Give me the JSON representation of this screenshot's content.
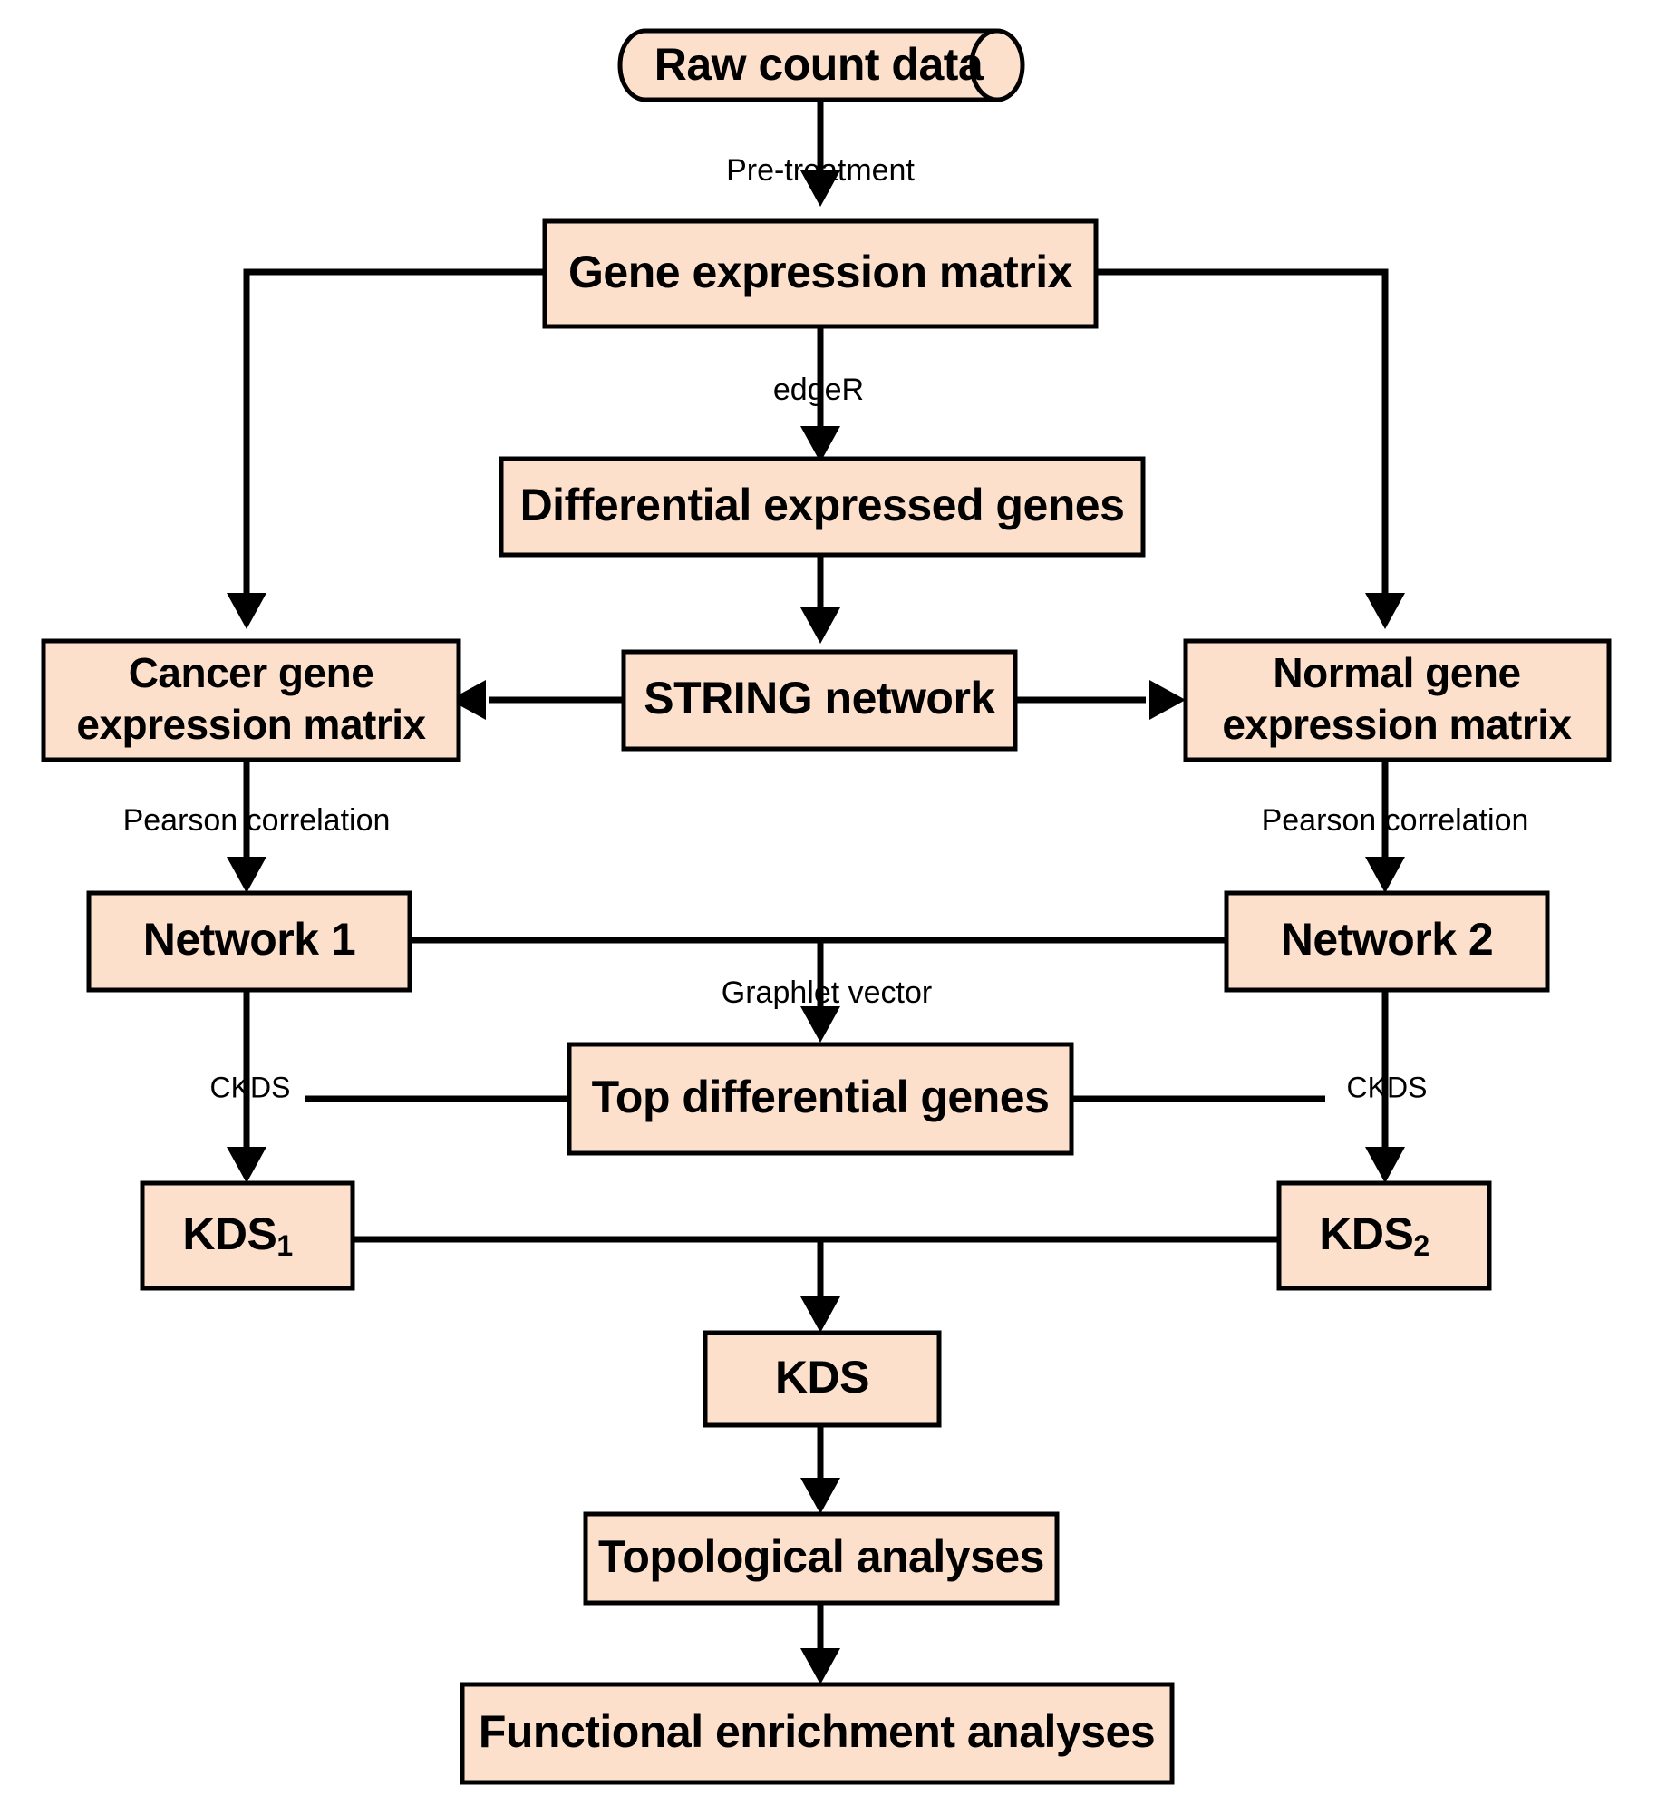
{
  "diagram": {
    "title": "Gene co-expression network analysis workflow",
    "type": "flowchart",
    "colors": {
      "node_fill": "#fce0cc",
      "node_stroke": "#000000",
      "background": "#ffffff",
      "text": "#000000"
    },
    "nodes": {
      "raw_count_data": {
        "label": "Raw count data",
        "shape": "cylinder"
      },
      "gene_expression_matrix": {
        "label": "Gene expression matrix",
        "shape": "rect"
      },
      "differential_expressed_genes": {
        "label": "Differential expressed genes",
        "shape": "rect"
      },
      "cancer_matrix_line1": {
        "label": "Cancer gene",
        "shape": "rect"
      },
      "cancer_matrix_line2": {
        "label": "expression matrix"
      },
      "string_network": {
        "label": "STRING network",
        "shape": "rect"
      },
      "normal_matrix_line1": {
        "label": "Normal gene",
        "shape": "rect"
      },
      "normal_matrix_line2": {
        "label": "expression matrix"
      },
      "network_1": {
        "label": "Network 1",
        "shape": "rect"
      },
      "network_2": {
        "label": "Network 2",
        "shape": "rect"
      },
      "top_differential_genes": {
        "label": "Top differential genes",
        "shape": "rect"
      },
      "kds_1": {
        "label": "KDS",
        "subscript": "1",
        "shape": "rect"
      },
      "kds_2": {
        "label": "KDS",
        "subscript": "2",
        "shape": "rect"
      },
      "kds": {
        "label": "KDS",
        "shape": "rect"
      },
      "topological_analyses": {
        "label": "Topological analyses",
        "shape": "rect"
      },
      "functional_enrichment_analyses": {
        "label": "Functional enrichment analyses",
        "shape": "rect"
      }
    },
    "edge_labels": {
      "pre_treatment": "Pre-treatment",
      "edger": "edgeR",
      "pearson_left": "Pearson correlation",
      "pearson_right": "Pearson correlation",
      "graphlet_vector": "Graphlet vector",
      "ckds_left": "CKDS",
      "ckds_right": "CKDS"
    }
  }
}
